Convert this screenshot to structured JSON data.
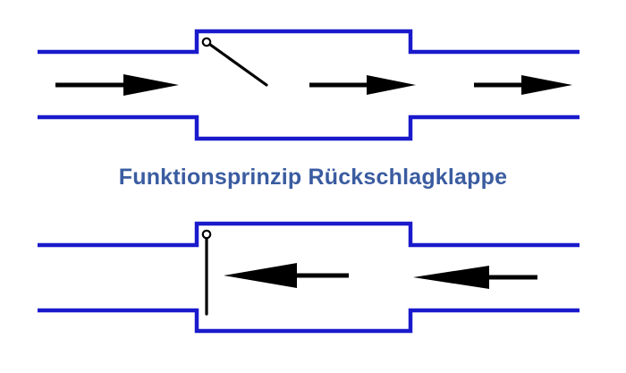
{
  "caption": "Funktionsprinzip Rückschlagklappe",
  "colors": {
    "pipe": "#1a1acc",
    "caption": "#3a5ca0",
    "flap": "#000000",
    "arrow": "#000000"
  },
  "diagrams": [
    {
      "id": "flow-forward",
      "flap_state": "open",
      "flow_direction": "left-to-right"
    },
    {
      "id": "flow-reverse",
      "flap_state": "closed",
      "flow_direction": "right-to-left"
    }
  ]
}
